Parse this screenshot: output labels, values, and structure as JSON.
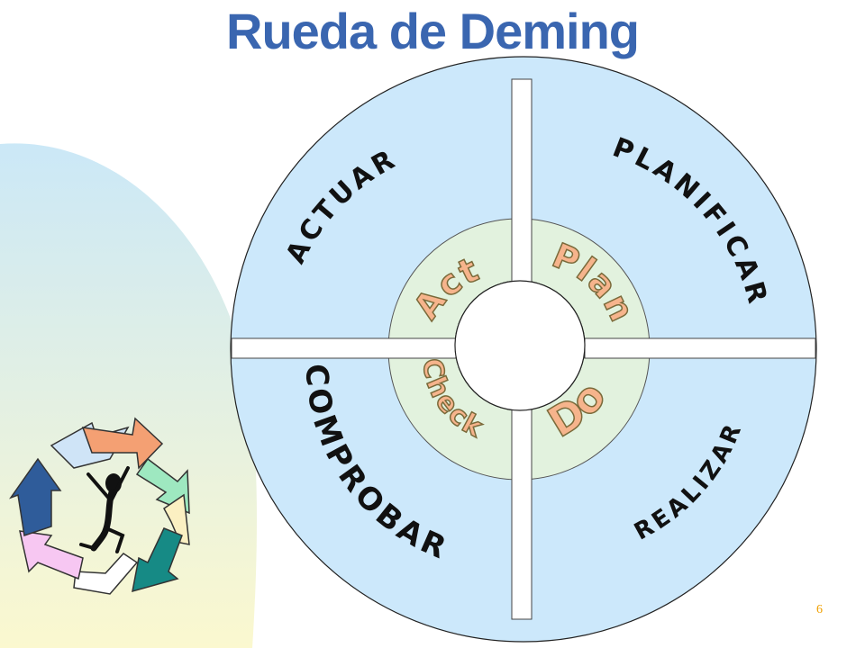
{
  "slide": {
    "title": "Rueda de Deming",
    "page_number": "6"
  },
  "wheel": {
    "outer_labels": {
      "top_left": "ACTUAR",
      "top_right": "PLANIFICAR",
      "bottom_right": "REALIZAR",
      "bottom_left": "COMPROBAR"
    },
    "inner_labels": {
      "top_left": "Act",
      "top_right": "Plan",
      "bottom_right": "Do",
      "bottom_left": "Check"
    }
  },
  "colors": {
    "title": "#3a66b0",
    "outer_fill": "#cce8fb",
    "inner_fill": "#e2f2de",
    "inner_text": "#f6b48c",
    "page_number": "#f0a000",
    "background_gradient_top": "#cbe8f7",
    "background_gradient_bottom": "#fbf8cf"
  },
  "icons": {
    "cycle_clipart": "cycle-arrows-with-figure-icon"
  }
}
